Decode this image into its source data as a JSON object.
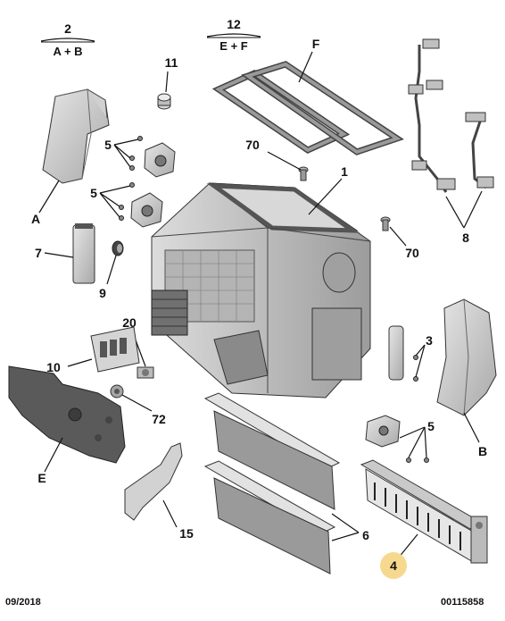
{
  "labels": {
    "group_ab_num": "2",
    "group_ab_text": "A + B",
    "group_ef_num": "12",
    "group_ef_text": "E + F",
    "p11": "11",
    "pF": "F",
    "p5a": "5",
    "p5b": "5",
    "p70a": "70",
    "p1": "1",
    "pA": "A",
    "p7": "7",
    "p9": "9",
    "p8": "8",
    "p70b": "70",
    "p20": "20",
    "p3": "3",
    "p10": "10",
    "p72": "72",
    "p5c": "5",
    "pE": "E",
    "pB": "B",
    "p15": "15",
    "p6": "6",
    "p4": "4"
  },
  "footer": {
    "date": "09/2018",
    "ref": "00115858"
  },
  "colors": {
    "part_fill": "#c9c9c9",
    "part_dark": "#5a5a5a",
    "highlight": "#f6d98e"
  }
}
